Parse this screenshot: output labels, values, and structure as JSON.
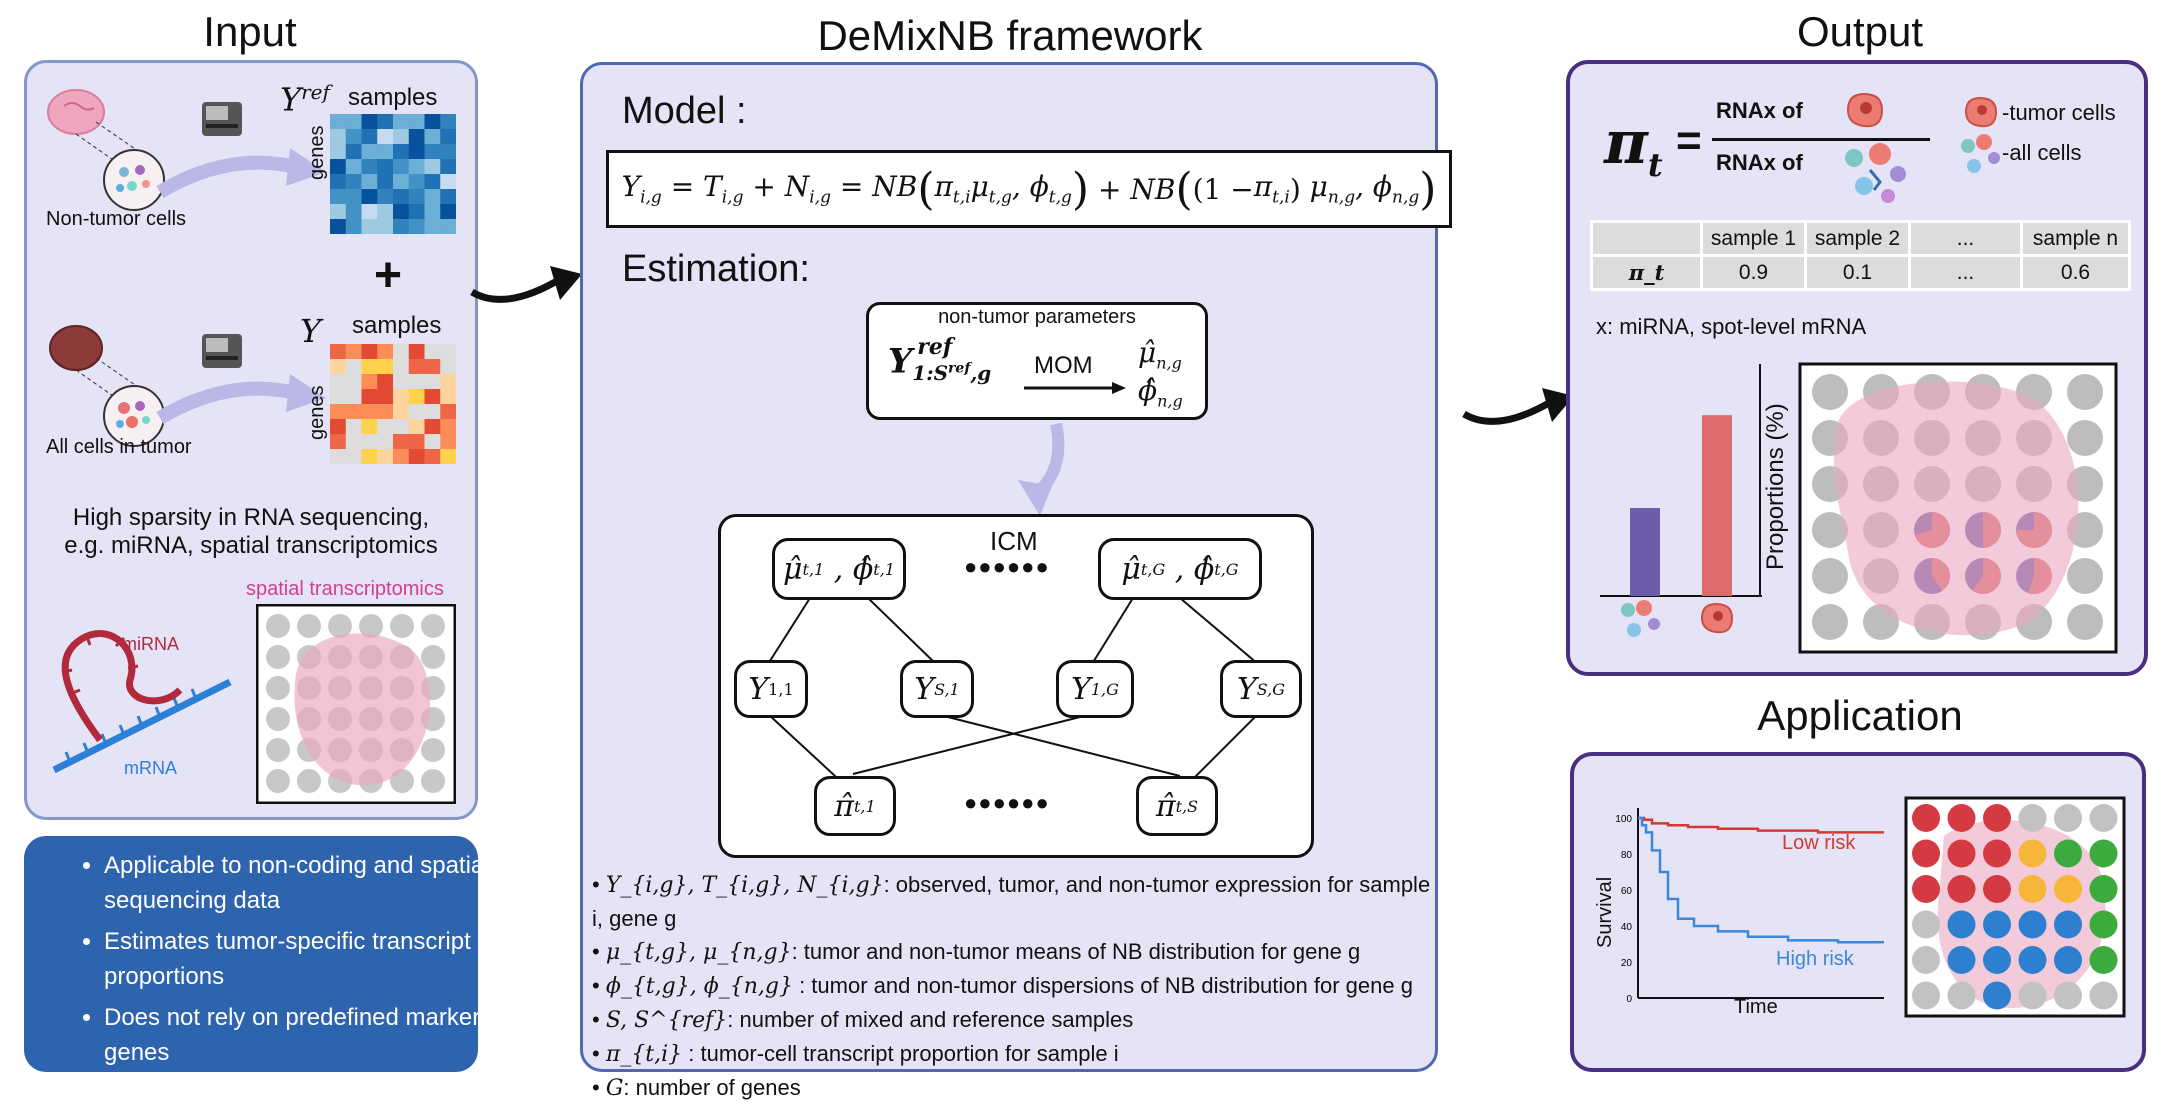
{
  "titles": {
    "input": "Input",
    "framework": "DeMixNB framework",
    "output": "Output",
    "application": "Application"
  },
  "input": {
    "yref_label": "samples",
    "y_label": "samples",
    "genes_label": "genes",
    "non_tumor_cells": "Non-tumor cells",
    "all_cells": "All cells in tumor",
    "plus": "+",
    "sparsity_line1": "High sparsity in RNA sequencing,",
    "sparsity_line2": "e.g. miRNA, spatial transcriptomics",
    "mirna": "miRNA",
    "mrna": "mRNA",
    "spatial": "spatial transcriptomics"
  },
  "features": [
    "Applicable to non-coding and spatial sequencing data",
    "Estimates tumor-specific transcript proportions",
    "Does not rely on predefined marker genes"
  ],
  "model": {
    "model_label": "Model :",
    "estimation_label": "Estimation:",
    "equation": "Y_{i,g} = T_{i,g} + N_{i,g} = NB(π_{t,i} μ_{t,g}, ϕ_{t,g}) + NB((1 − π_{t,i}) μ_{n,g}, ϕ_{n,g})",
    "non_tumor_params": "non-tumor parameters",
    "mom": "MOM",
    "icm": "ICM",
    "dots": "●●●●●●"
  },
  "definitions": [
    {
      "sym": "Y_{i,g}, T_{i,g}, N_{i,g}",
      "text": ": observed, tumor, and non-tumor expression for sample i, gene g"
    },
    {
      "sym": "μ_{t,g}, μ_{n,g}",
      "text": ": tumor and non-tumor means of NB distribution for gene g"
    },
    {
      "sym": "ϕ_{t,g}, ϕ_{n,g}",
      "text": " : tumor and non-tumor dispersions of NB distribution for gene g"
    },
    {
      "sym": "S, S^{ref}",
      "text": ": number of mixed and reference samples"
    },
    {
      "sym": "π_{t,i}",
      "text": " : tumor-cell transcript proportion for sample i"
    },
    {
      "sym": "G",
      "text": ": number of genes"
    }
  ],
  "output": {
    "rnax_of": "RNAx of",
    "tumor_cells": "-tumor cells",
    "all_cells": "-all cells",
    "table_headers": [
      "",
      "sample 1",
      "sample 2",
      "...",
      "sample n"
    ],
    "table_row_label": "π_t",
    "table_values": [
      "0.9",
      "0.1",
      "...",
      "0.6"
    ],
    "x_note": "x: miRNA, spot-level mRNA",
    "proportions_label": "Proportions (%)",
    "bar_values": {
      "all_cells": 0.4,
      "tumor_cells": 0.6
    }
  },
  "application": {
    "survival_label": "Survival",
    "time_label": "Time",
    "low_risk": "Low risk",
    "high_risk": "High risk",
    "yticks": [
      "100",
      "80",
      "60",
      "40",
      "20",
      "0"
    ]
  },
  "colors": {
    "panel_fill": "#e5e4f6",
    "panel_border_input": "#8596c8",
    "panel_border_output": "#4a2e82",
    "feature_box": "#2e63ad",
    "low_risk": "#d43a33",
    "high_risk": "#3d87d8",
    "bar_all": "#6c5ca9",
    "bar_tumor": "#de6b69"
  }
}
